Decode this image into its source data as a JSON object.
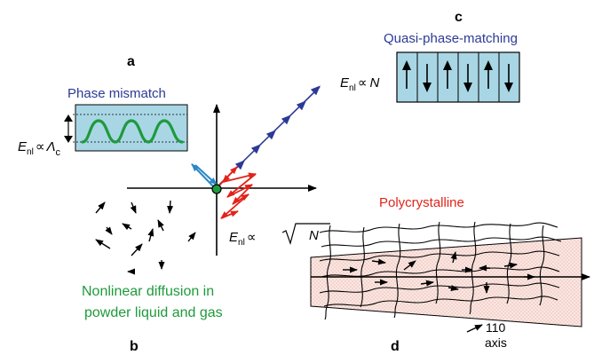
{
  "panels": {
    "a": {
      "letter": "a",
      "title": "Phase mismatch",
      "formula_lhs": "E",
      "formula_sub": "nl",
      "formula_rel": "∝",
      "formula_var": "Λ",
      "formula_var_sub": "c"
    },
    "b": {
      "letter": "b",
      "caption_line1": "Nonlinear diffusion in",
      "caption_line2": "powder liquid and gas",
      "formula_lhs": "E",
      "formula_sub": "nl",
      "formula_rel": "∝",
      "formula_var": "N"
    },
    "c": {
      "letter": "c",
      "title": "Quasi-phase-matching",
      "formula_lhs": "E",
      "formula_sub": "nl",
      "formula_rel": "∝",
      "formula_var": "N"
    },
    "d": {
      "letter": "d",
      "title": "Polycrystalline",
      "axis_label_line1": "110",
      "axis_label_line2": "axis"
    }
  },
  "colors": {
    "blue_title": "#2b3a96",
    "green": "#1e9a3c",
    "red": "#e2231a",
    "navy_arrow": "#2b3a96",
    "cyan_arrow": "#2a86c8",
    "box_fill": "#a9d6e5",
    "dot_fill": "#f3c9c0"
  },
  "qpm_domains": [
    "up",
    "down",
    "up",
    "down",
    "up",
    "down"
  ]
}
